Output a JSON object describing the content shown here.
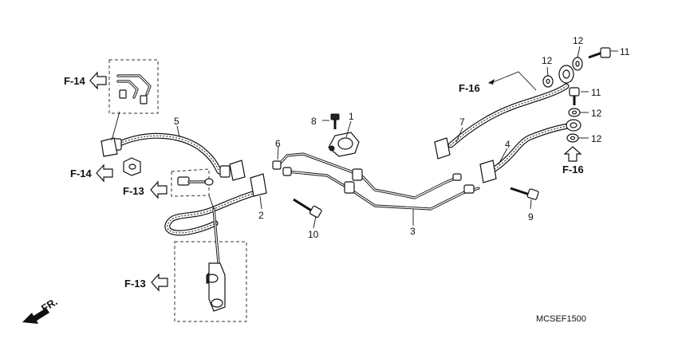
{
  "callouts": {
    "c1": "1",
    "c2": "2",
    "c3": "3",
    "c4": "4",
    "c5": "5",
    "c6": "6",
    "c7": "7",
    "c8": "8",
    "c9": "9",
    "c10": "10",
    "c11a": "11",
    "c11b": "11",
    "c12a": "12",
    "c12b": "12",
    "c12c": "12",
    "c12d": "12"
  },
  "refs": {
    "f14_top": "F-14",
    "f14_mid": "F-14",
    "f13_mid": "F-13",
    "f13_bottom": "F-13",
    "f16_top": "F-16",
    "f16_right": "F-16"
  },
  "direction": {
    "label": "FR."
  },
  "diagram_code": "MCSEF1500",
  "icons": [
    "reference-arrow-icon",
    "front-direction-arrow-icon"
  ]
}
